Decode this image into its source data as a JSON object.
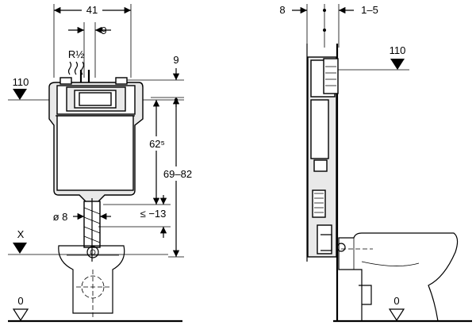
{
  "front_view": {
    "width_label": "41",
    "offset_label": "9",
    "connection_label": "R½",
    "top_label": "9",
    "inlet_height_label": "110",
    "cistern_height_label": "62⁵",
    "total_height_label": "69–82",
    "outlet_diameter_label": "ø 8",
    "outlet_depth_label": "≤ −13",
    "mark_x_label": "X",
    "floor_label": "0"
  },
  "side_view": {
    "wall_label": "8",
    "gap_label": "1–5",
    "inlet_height_label": "110",
    "floor_label": "0"
  }
}
